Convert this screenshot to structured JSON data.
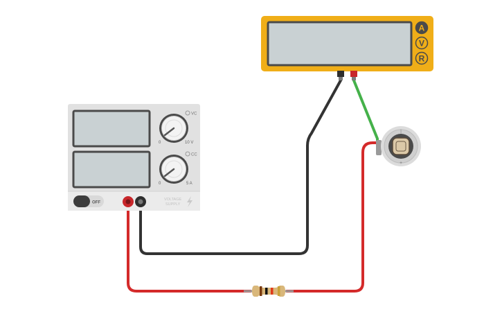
{
  "colors": {
    "wire_red": "#d42a2a",
    "wire_black": "#333333",
    "wire_green": "#45b14a",
    "multimeter_body": "#f0ae18",
    "multimeter_screen": "#c9d1d3",
    "supply_body": "#e1e1e1",
    "supply_screen": "#c9d1d3",
    "terminal_red": "#c8262a",
    "terminal_black": "#2e2e2e"
  },
  "power_supply": {
    "voltage_knob": {
      "indicator": "VC",
      "min_label": "0",
      "max_label": "10 V"
    },
    "current_knob": {
      "indicator": "CC",
      "min_label": "0",
      "max_label": "5 A"
    },
    "power_switch_label": "OFF",
    "brand_line1": "VOLTAGE",
    "brand_line2": "SUPPLY",
    "bolt_icon": "lightning-bolt-icon"
  },
  "multimeter": {
    "mode_buttons": [
      "A",
      "V",
      "R"
    ]
  },
  "photoresistor": {
    "mark_top": "|",
    "mark_bottom": "+"
  },
  "resistor": {
    "band_colors": [
      "#7a3b10",
      "#111111",
      "#e03a1a",
      "#c9a23a"
    ]
  }
}
